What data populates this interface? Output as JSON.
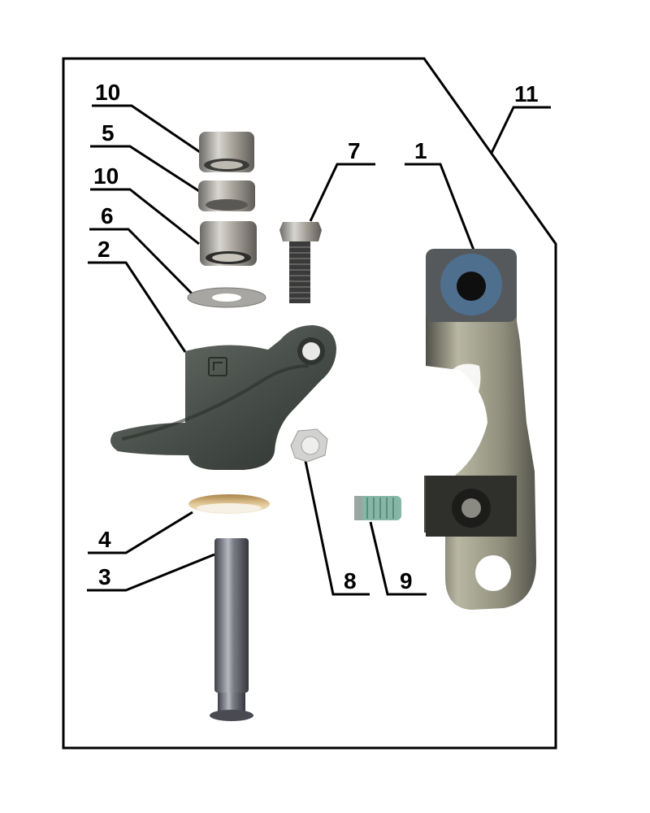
{
  "diagram": {
    "type": "exploded-parts-view",
    "background": "#ffffff",
    "line_color": "#000000",
    "assembly_outline": {
      "label": "11"
    },
    "callouts": [
      {
        "id": "c10a",
        "label": "10",
        "part": "needle-bearing-upper"
      },
      {
        "id": "c5",
        "label": "5",
        "part": "spacer-bushing"
      },
      {
        "id": "c10b",
        "label": "10",
        "part": "needle-bearing-lower"
      },
      {
        "id": "c6",
        "label": "6",
        "part": "flat-washer"
      },
      {
        "id": "c2",
        "label": "2",
        "part": "rocker-arm-body"
      },
      {
        "id": "c4",
        "label": "4",
        "part": "bronze-thrust-washer"
      },
      {
        "id": "c3",
        "label": "3",
        "part": "pivot-pin"
      },
      {
        "id": "c7",
        "label": "7",
        "part": "hex-bolt"
      },
      {
        "id": "c1",
        "label": "1",
        "part": "bracket"
      },
      {
        "id": "c8",
        "label": "8",
        "part": "hex-nut"
      },
      {
        "id": "c9",
        "label": "9",
        "part": "set-screw"
      },
      {
        "id": "c11",
        "label": "11",
        "part": "assembly"
      }
    ],
    "colors": {
      "steel": "#8e8e8c",
      "cast_iron": "#4f5450",
      "bronze": "#c9a86a",
      "bracket_blue": "#4f6f8f",
      "bracket_steel": "#9a9a88",
      "set_screw_green": "#7fb0a0"
    }
  }
}
